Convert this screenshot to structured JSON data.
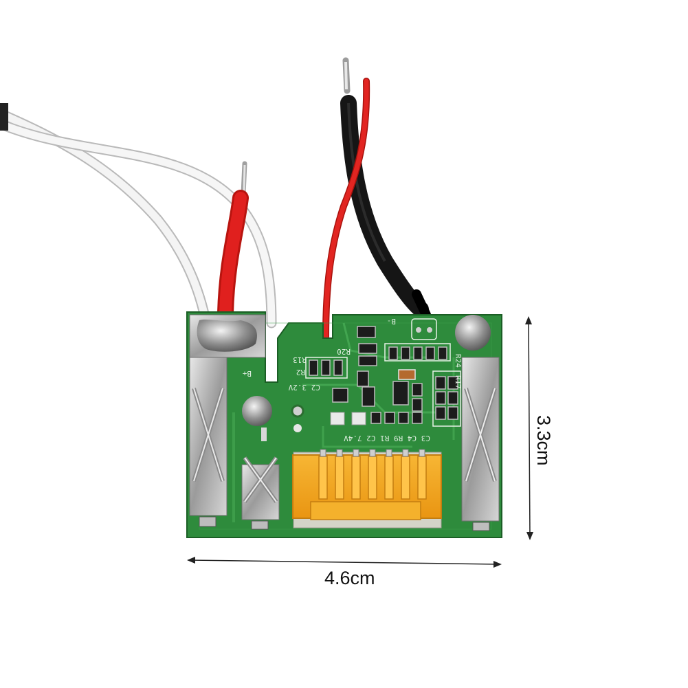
{
  "dimensions": {
    "width_label": "4.6cm",
    "height_label": "3.3cm"
  },
  "board_silkscreen": {
    "b_plus": "B+",
    "b_minus": "B-",
    "r13": "R13",
    "r2": "R2",
    "r20": "R20",
    "c2_voltage": "C2 3.2V",
    "r24": "R24",
    "r17": "R17",
    "bottom_row": "C3 C4 R9 R1 C2 7.4V"
  },
  "colors": {
    "board_green": "#2e8b3c",
    "connector_orange": "#f3a51f",
    "wire_red": "#e0201e",
    "wire_black": "#151515",
    "wire_white": "#f2f2f2"
  }
}
